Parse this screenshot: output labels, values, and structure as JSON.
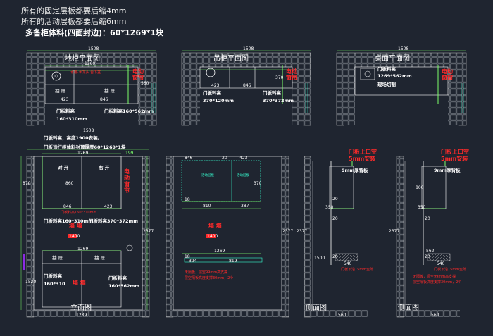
{
  "notes": {
    "line1": "所有的固定层板都要后缩4mm",
    "line2": "所有的活动层板都要后缩6mm",
    "line3": "多备柜体料(四面封边)：60*1269*1块"
  },
  "plans": {
    "floor": {
      "title": "地柜平面图",
      "total": "1508",
      "inner": "1269",
      "left_label": "抽 屉",
      "right_label": "抽 屉",
      "w1": "423",
      "w2": "846",
      "depth": "560",
      "cut1": "门板料高",
      "cut1b": "160*310mm",
      "cut2": "门板料高160*562mm",
      "elec": "电动窗帘",
      "sink": "水槽·水龙头 台下盆"
    },
    "wall": {
      "title": "吊柜平面图",
      "total": "1508",
      "w1": "423",
      "w2": "846",
      "cut1": "门板料高",
      "cut1b": "370*120mm",
      "cut2": "门板料高",
      "cut2b": "370*372mm",
      "elec": "电动窗帘",
      "inner": "370"
    },
    "desk": {
      "title": "桌面平面图",
      "total": "1508",
      "cut1": "门板料高",
      "cut1b": "1269*562mm",
      "cut2": "现场切割",
      "elec": "电动窗帘"
    }
  },
  "elevation": {
    "title": "立面图",
    "note1": "门板料高，高度1900安装。",
    "note2": "门板运行柜体料封顶厚度60*1269*1块",
    "dims": [
      "1508",
      "1269",
      "199",
      "870",
      "860",
      "846",
      "423",
      "2377",
      "1520",
      "1269",
      "1239"
    ],
    "door_l": "对 开",
    "door_r": "右 开",
    "drawer_l": "抽 屉",
    "drawer_r": "抽 屉",
    "cut_a": "门板料高160*310mm",
    "cut_b": "门板料高370*372mm",
    "cut_c": "门板料高",
    "cut_cb": "160*310",
    "cut_d": "门板料高",
    "cut_db": "160*562mm",
    "wall": "墙 墙",
    "elec": "电动窗帘",
    "center": "1400"
  },
  "section": {
    "dims": [
      "846",
      "20",
      "423",
      "370",
      "1269",
      "18",
      "810",
      "387",
      "18",
      "2377",
      "819",
      "394"
    ],
    "foot1": "无隔板，层空99mm高支撑",
    "foot2": "层空隔板高度支撑30mm，2个",
    "wall": "墙 墙",
    "mid": "1400"
  },
  "side1": {
    "title": "侧面图",
    "top_red": "门板上口空",
    "top_red2": "5mm安装",
    "board": "9mm厚背板",
    "dims": [
      "20",
      "350",
      "20",
      "2377",
      "540",
      "20",
      "1500",
      "560"
    ],
    "down": "门板下沿15mm空隙"
  },
  "side2": {
    "title": "侧面图",
    "top_red": "门板上口空",
    "top_red2": "5mm安装",
    "board": "9mm厚背板",
    "dims": [
      "800",
      "350",
      "20",
      "2377",
      "562",
      "540",
      "20",
      "560"
    ],
    "down": "门板下沿15mm空隙",
    "foot1": "无隔板，层空99mm高支撑",
    "foot2": "层空隔板高度支撑30mm，2个"
  }
}
